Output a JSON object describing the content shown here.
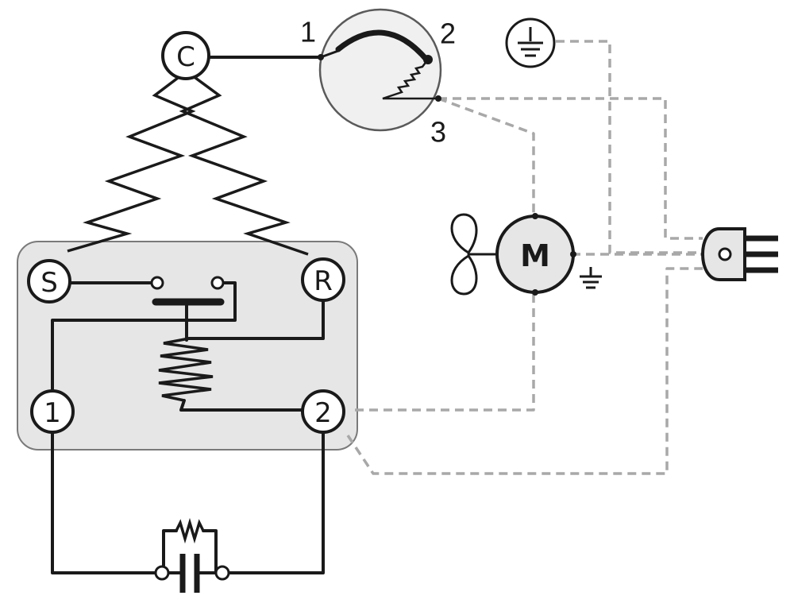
{
  "compressor": {
    "common_label": "C",
    "start_label": "S",
    "run_label": "R",
    "relay_terminal_1_label": "1",
    "relay_terminal_2_label": "2"
  },
  "thermostat": {
    "terminal_1_label": "1",
    "terminal_2_label": "2",
    "terminal_3_label": "3"
  },
  "fan_motor": {
    "label": "M"
  },
  "colors": {
    "line_solid": "#1a1a1a",
    "line_dashed": "#a8a8a8",
    "relay_box_fill": "#e6e6e6"
  }
}
